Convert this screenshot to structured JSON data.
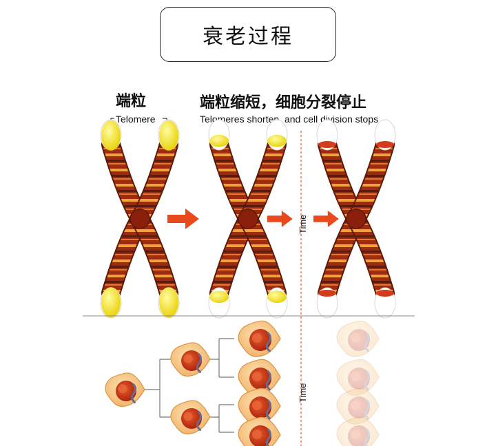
{
  "title": "衰老过程",
  "labels": {
    "telomere_zh": "端粒",
    "telomere_en": "Telomere",
    "shorten_zh": "端粒缩短，细胞分裂停止",
    "shorten_en": "Telomeres shorten, and cell division stops",
    "time_top": "Time",
    "time_bottom": "Time"
  },
  "colors": {
    "chromosome": "#9e2a10",
    "band_light": "#f0a33a",
    "band_dark": "#5c1a0a",
    "telomere": "#f2e21a",
    "arrow": "#e84a1e",
    "cell": "#f7c07a",
    "nucleus": "#c8280e"
  },
  "stages": [
    {
      "telomere_level": 1.0
    },
    {
      "telomere_level": 0.4
    },
    {
      "telomere_level": 0.0
    }
  ]
}
